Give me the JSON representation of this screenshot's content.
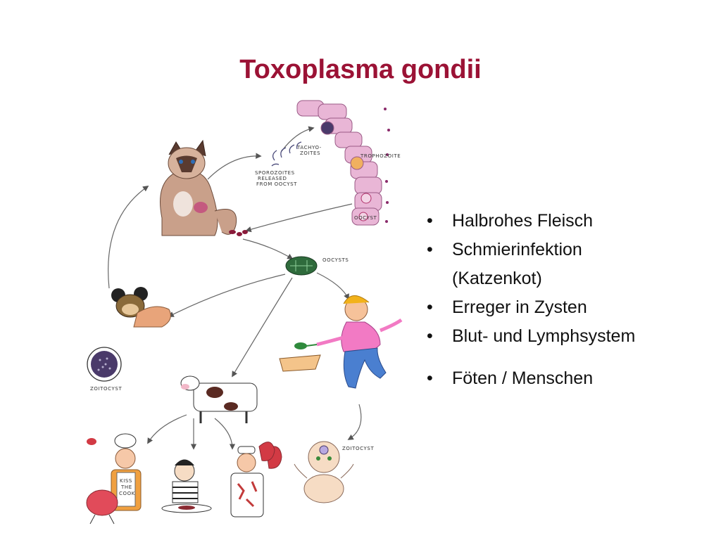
{
  "slide": {
    "title": "Toxoplasma gondii"
  },
  "bullets": [
    {
      "text": "Halbrohes Fleisch"
    },
    {
      "text": "Schmierinfektion",
      "sub": "(Katzenkot)"
    },
    {
      "text": "Erreger in Zysten"
    },
    {
      "text": "Blut- und Lymphsystem"
    },
    {
      "text": "Föten / Menschen"
    }
  ],
  "illustration": {
    "labels": {
      "sporozoites_1": "SPOROZOITES",
      "sporozoites_2": "RELEASED",
      "sporozoites_3": "FROM OOCYST",
      "tachyzoites_1": "TACHYO-",
      "tachyzoites_2": "ZOITES",
      "trophozoite": "TROPHOZOITE",
      "oocyst": "OOCYST",
      "oocysts": "OOCYSTS",
      "zoitocyst_left": "ZOITOCYST",
      "zoitocyst_baby": "ZOITOCYST",
      "apron_1": "KISS",
      "apron_2": "THE",
      "apron_3": "COOK"
    },
    "colors": {
      "title": "#9b1235",
      "cat_body": "#c9a08a",
      "cat_face": "#5a3b30",
      "intestine": "#e9b6d6",
      "oocyst_green": "#2f6b3c",
      "cyst_purple": "#4a3a6a",
      "woman_shirt": "#f27ac4",
      "woman_jeans": "#4a7fd0",
      "hair": "#f2b21a",
      "cow_spot": "#5a2a22",
      "grill": "#e14b5a",
      "meat": "#d23a44"
    }
  }
}
